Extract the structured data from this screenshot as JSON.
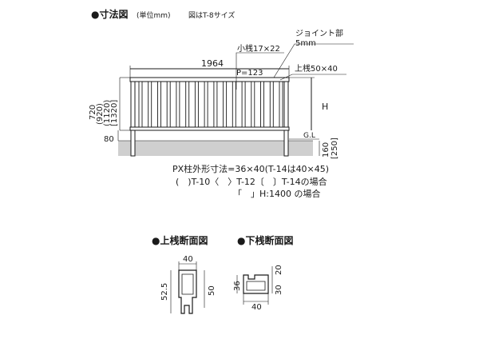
{
  "header": {
    "title": "●寸法図",
    "unit": "(単位mm)",
    "note": "図はT-8サイズ"
  },
  "elevation": {
    "joint_label": "ジョイント部",
    "joint_size": "5mm",
    "baluster_label": "小桟17×22",
    "top_rail_label": "上桟50×40",
    "width_label": "1964",
    "pitch_label": "P=123",
    "height_label": "H",
    "gl_label": "G.L",
    "heights": {
      "h720": "720",
      "h920": "(920)",
      "h1120": "(1120)",
      "h1320": "[1320]"
    },
    "base_80": "80",
    "embed": {
      "d160": "160",
      "d250": "[250]"
    }
  },
  "notes": {
    "line1": "PX柱外形寸法=36×40(T-14は40×45)",
    "line2": "(　)T-10〈　〉T-12〔　〕T-14の場合",
    "line3": "「　」H:1400 の場合"
  },
  "sections": {
    "top": {
      "title": "●上桟断面図",
      "width": "40",
      "height_left": "52.5",
      "height_right": "50"
    },
    "bottom": {
      "title": "●下桟断面図",
      "height_left": "36",
      "dim_a": "30",
      "dim_b": "20",
      "width": "40"
    }
  }
}
